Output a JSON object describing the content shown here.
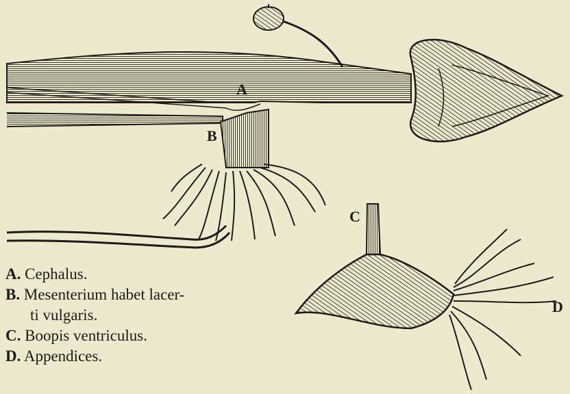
{
  "labels": {
    "a": "A",
    "b": "B",
    "c": "C",
    "d": "D"
  },
  "legend": [
    {
      "key": "A.",
      "text": "Cephalus."
    },
    {
      "key": "B.",
      "text": "Mesenterium habet lacer-",
      "cont": "ti vulgaris."
    },
    {
      "key": "C.",
      "text": "Boopis ventriculus."
    },
    {
      "key": "D.",
      "text": "Appendices."
    }
  ],
  "colors": {
    "paper": "#ece9cf",
    "ink": "#1b1a15",
    "shade": "#6e6a58"
  }
}
